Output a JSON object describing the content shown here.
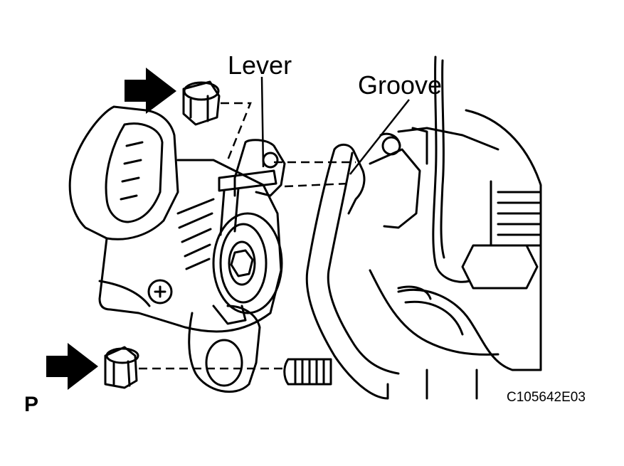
{
  "labels": {
    "lever": "Lever",
    "groove": "Groove",
    "figure_code": "C105642E03",
    "view_letter": "P"
  },
  "colors": {
    "ink": "#000000",
    "paper": "#ffffff"
  },
  "icons": {
    "arrow_top": "filled-arrow-right",
    "arrow_bottom": "filled-arrow-right"
  }
}
